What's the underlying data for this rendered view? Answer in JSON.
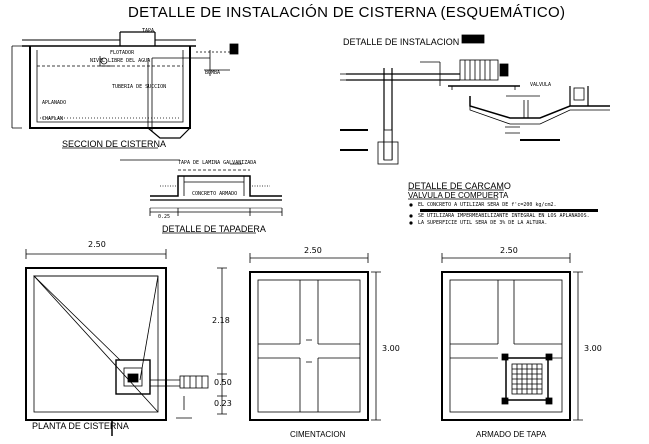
{
  "title": "DETALLE DE INSTALACIÓN DE CISTERNA (ESQUEMÁTICO)",
  "sections": {
    "seccion": "SECCION DE CISTERNA",
    "instalacion": "DETALLE DE INSTALACION",
    "tapadera": "DETALLE DE TAPADERA",
    "carcamo": "DETALLE DE CARCAMO",
    "valvula": "VALVULA DE COMPUERTA",
    "planta": "PLANTA DE CISTERNA",
    "cimentacion": "CIMENTACION",
    "armado": "ARMADO DE TAPA"
  },
  "notes": {
    "concreto": "EL CONCRETO A UTILIZAR SERA DE f'c=200 kg/cm2.",
    "impermeabilizante": "SE UTILIZARA IMPERMEABILIZANTE INTEGRAL EN LOS APLANADOS.",
    "superficie": "LA SUPERFICIE UTIL SERA DE 3% DE LA ALTURA."
  },
  "dimensions": {
    "plan_width": "2.50",
    "plan_height": "2.18",
    "plan_small": "0.50",
    "plan_offset": "0.23",
    "cim_width": "2.50",
    "cim_height": "3.00",
    "arm_width": "2.50",
    "arm_height": "3.00"
  },
  "small_labels": {
    "tapa": "TAPA",
    "flotador": "FLOTADOR",
    "nivel": "NIVEL LIBRE DEL AGUA",
    "aplanado": "APLANADO",
    "chaflan": "CHAFLAN",
    "succion": "TUBERIA DE SUCCION",
    "concreto_armado": "CONCRETO ARMADO",
    "tapa_lamina": "TAPA DE LAMINA GALVANIZADA",
    "bomba": "BOMBA",
    "medidas": "0.25",
    "valvula": "VALVULA"
  }
}
